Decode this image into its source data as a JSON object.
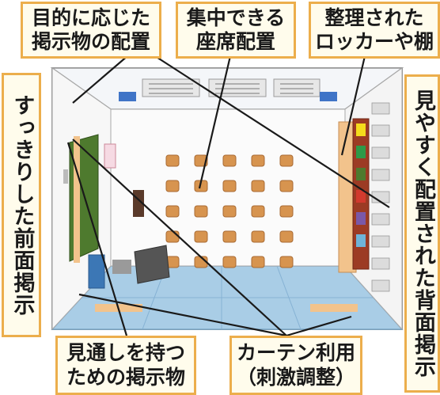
{
  "labels": {
    "board_purpose": [
      "目的に応じた",
      "掲示物の配置"
    ],
    "seating": [
      "集中できる",
      "座席配置"
    ],
    "lockers": [
      "整理された",
      "ロッカーや棚"
    ],
    "front_display": "すっきりした前面掲示",
    "back_display": "見やすく配置された背面掲示",
    "visibility_board": [
      "見通しを持つ",
      "ための掲示物"
    ],
    "curtain": [
      "カーテン利用",
      "（刺激調整）"
    ]
  },
  "colors": {
    "label_border": "#ecae4c",
    "label_fill": "#fffcec",
    "leader_line": "#1a1a1a",
    "desk": "#d7944f",
    "floor": "#a9cde6",
    "wall_trim": "#f2c38c",
    "blackboard": "#4e7a2e",
    "shelf_frame": "#9c3b24"
  }
}
